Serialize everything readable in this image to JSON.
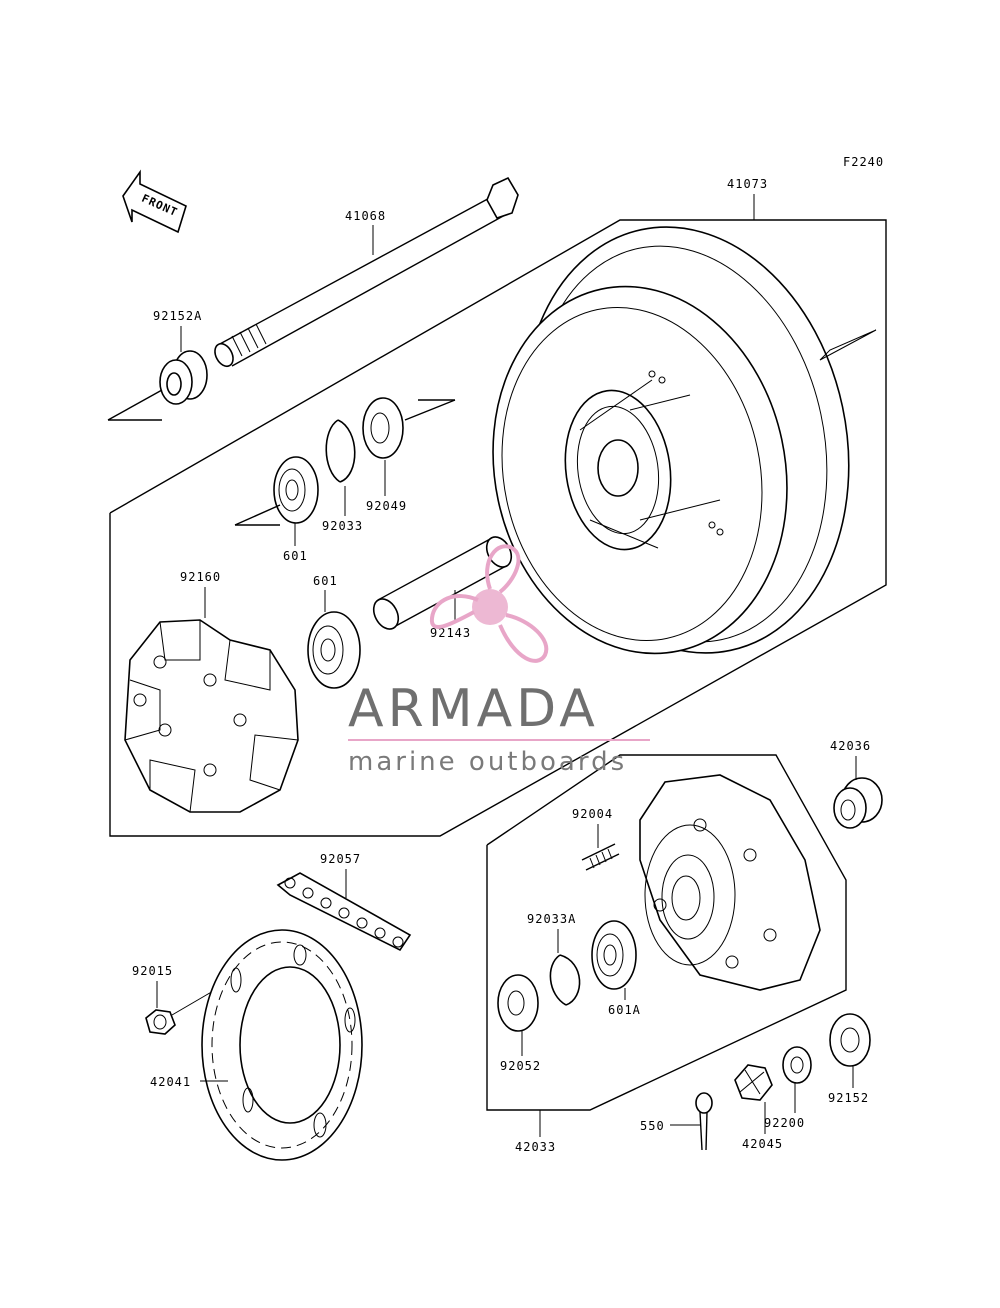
{
  "figure_code": "F2240",
  "front_label": "FRONT",
  "watermark": {
    "brand": "ARMADA",
    "tagline": "marine outboards",
    "colors": {
      "accent": "#e8a6c8",
      "text": "#6f6f6f"
    }
  },
  "parts": {
    "p41068": "41068",
    "p41073": "41073",
    "p92152A": "92152A",
    "p92033": "92033",
    "p92049": "92049",
    "p601_top": "601",
    "p92160": "92160",
    "p601_mid": "601",
    "p92143": "92143",
    "p42036": "42036",
    "p92004": "92004",
    "p92057": "92057",
    "p92033A": "92033A",
    "p92015": "92015",
    "p601A": "601A",
    "p92052": "92052",
    "p42041": "42041",
    "p92152": "92152",
    "p550": "550",
    "p92200": "92200",
    "p42045": "42045",
    "p42033": "42033"
  }
}
